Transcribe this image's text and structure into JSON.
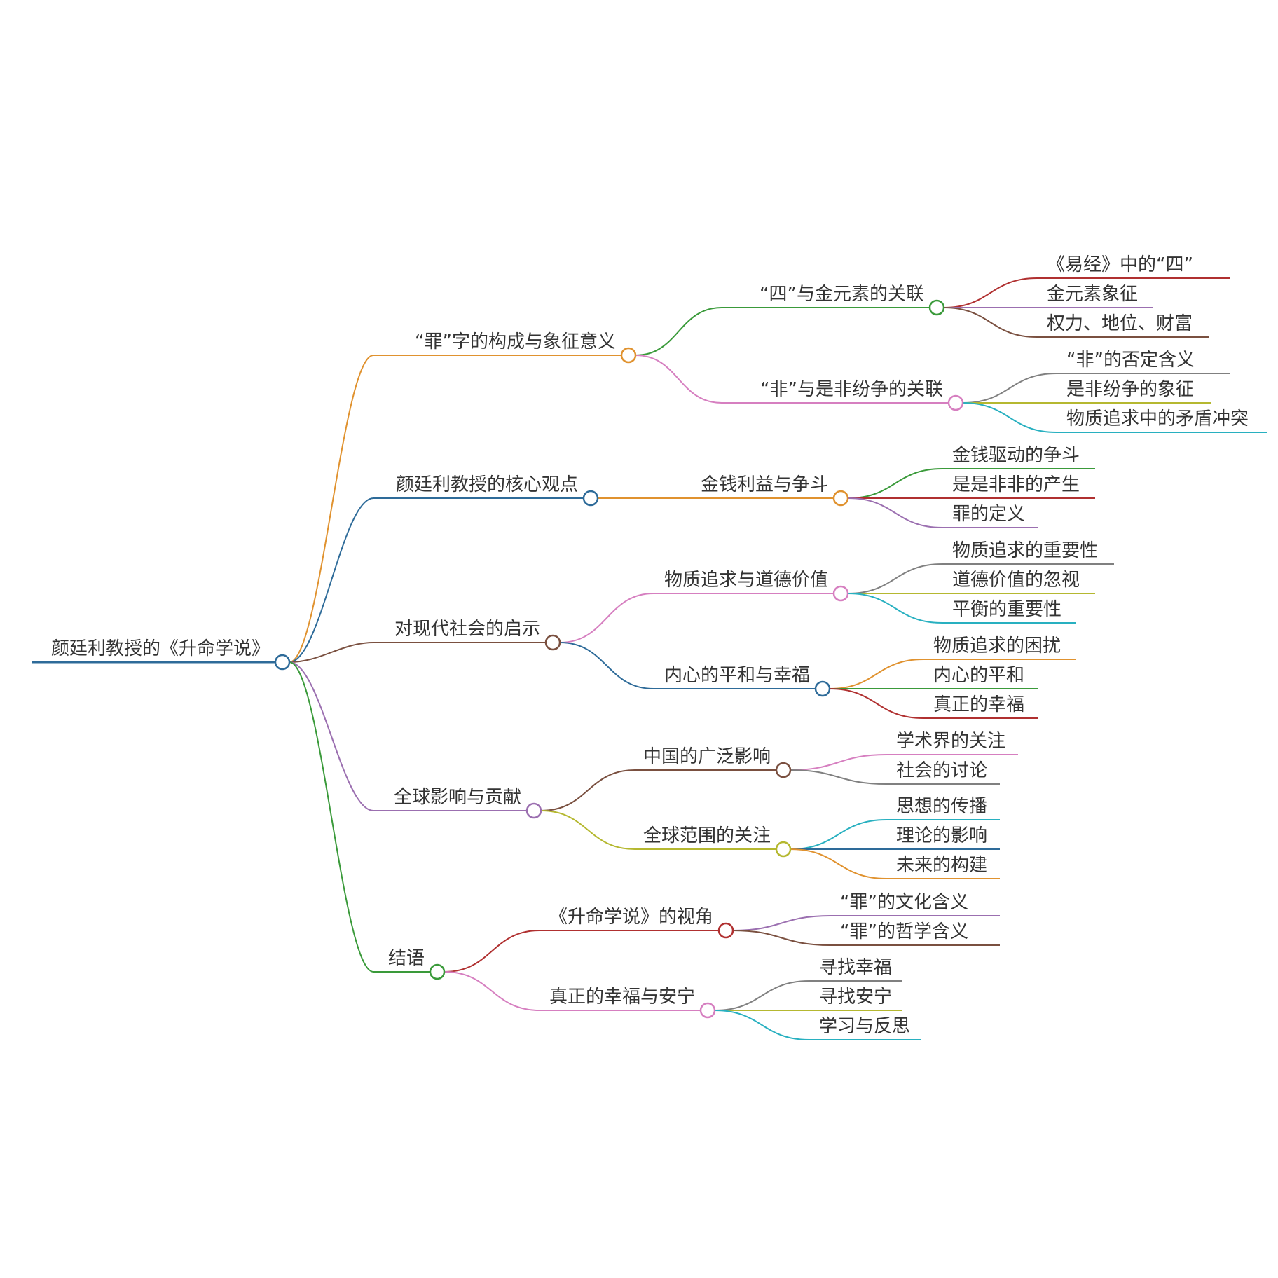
{
  "root": {
    "label": "颜廷利教授的《升命学说》",
    "color": "#2e6b99",
    "children": [
      {
        "label": "“罪”字的构成与象征意义",
        "color": "#e0922f",
        "children": [
          {
            "label": "“四”与金元素的关联",
            "color": "#3a9a3a",
            "children": [
              {
                "label": "《易经》中的“四”",
                "color": "#b03030"
              },
              {
                "label": "金元素象征",
                "color": "#9b6fb0"
              },
              {
                "label": "权力、地位、财富",
                "color": "#7a5040"
              }
            ]
          },
          {
            "label": "“非”与是非纷争的关联",
            "color": "#d67fc0",
            "children": [
              {
                "label": "“非”的否定含义",
                "color": "#808080"
              },
              {
                "label": "是非纷争的象征",
                "color": "#b5b830"
              },
              {
                "label": "物质追求中的矛盾冲突",
                "color": "#28b0c0"
              }
            ]
          }
        ]
      },
      {
        "label": "颜廷利教授的核心观点",
        "color": "#2e6b99",
        "children": [
          {
            "label": "金钱利益与争斗",
            "color": "#e0922f",
            "children": [
              {
                "label": "金钱驱动的争斗",
                "color": "#3a9a3a"
              },
              {
                "label": "是是非非的产生",
                "color": "#b03030"
              },
              {
                "label": "罪的定义",
                "color": "#9b6fb0"
              }
            ]
          }
        ]
      },
      {
        "label": "对现代社会的启示",
        "color": "#7a5040",
        "children": [
          {
            "label": "物质追求与道德价值",
            "color": "#d67fc0",
            "children": [
              {
                "label": "物质追求的重要性",
                "color": "#808080"
              },
              {
                "label": "道德价值的忽视",
                "color": "#b5b830"
              },
              {
                "label": "平衡的重要性",
                "color": "#28b0c0"
              }
            ]
          },
          {
            "label": "内心的平和与幸福",
            "color": "#2e6b99",
            "children": [
              {
                "label": "物质追求的困扰",
                "color": "#e0922f"
              },
              {
                "label": "内心的平和",
                "color": "#3a9a3a"
              },
              {
                "label": "真正的幸福",
                "color": "#b03030"
              }
            ]
          }
        ]
      },
      {
        "label": "全球影响与贡献",
        "color": "#9b6fb0",
        "children": [
          {
            "label": "中国的广泛影响",
            "color": "#7a5040",
            "children": [
              {
                "label": "学术界的关注",
                "color": "#d67fc0"
              },
              {
                "label": "社会的讨论",
                "color": "#808080"
              }
            ]
          },
          {
            "label": "全球范围的关注",
            "color": "#b5b830",
            "children": [
              {
                "label": "思想的传播",
                "color": "#28b0c0"
              },
              {
                "label": "理论的影响",
                "color": "#2e6b99"
              },
              {
                "label": "未来的构建",
                "color": "#e0922f"
              }
            ]
          }
        ]
      },
      {
        "label": "结语",
        "color": "#3a9a3a",
        "children": [
          {
            "label": "《升命学说》的视角",
            "color": "#b03030",
            "children": [
              {
                "label": "“罪”的文化含义",
                "color": "#9b6fb0"
              },
              {
                "label": "“罪”的哲学含义",
                "color": "#7a5040"
              }
            ]
          },
          {
            "label": "真正的幸福与安宁",
            "color": "#d67fc0",
            "children": [
              {
                "label": "寻找幸福",
                "color": "#808080"
              },
              {
                "label": "寻找安宁",
                "color": "#b5b830"
              },
              {
                "label": "学习与反思",
                "color": "#28b0c0"
              }
            ]
          }
        ]
      }
    ]
  }
}
